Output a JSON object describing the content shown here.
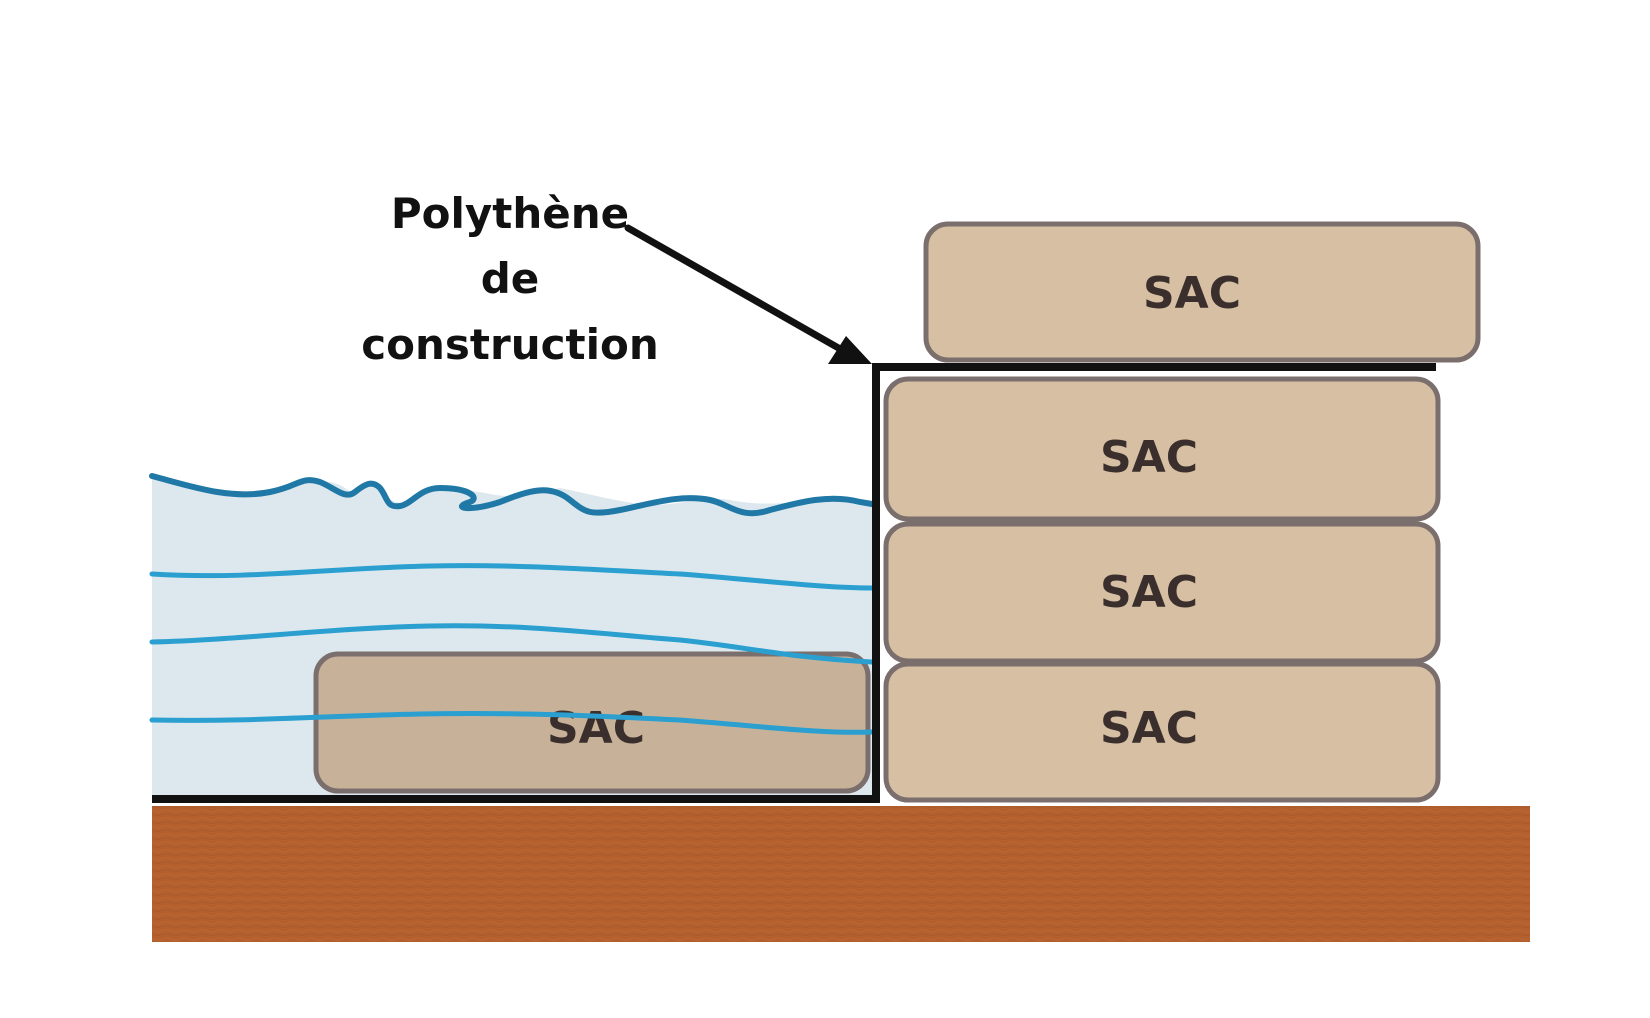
{
  "label": {
    "line1": "Polythène",
    "line2": "de",
    "line3": "construction"
  },
  "bags": {
    "submerged": "SAC",
    "top": "SAC",
    "stack_1": "SAC",
    "stack_2": "SAC",
    "stack_3": "SAC"
  },
  "colors": {
    "water": "#dce8ee",
    "wave_dark": "#1f78a6",
    "wave_light": "#2a9fd0",
    "bag_fill": "#d6bfa3",
    "bag_fill_submerged": "#c7b299",
    "bag_stroke": "#7b6f6d",
    "ground": "#b4602e",
    "polythene": "#111111"
  }
}
